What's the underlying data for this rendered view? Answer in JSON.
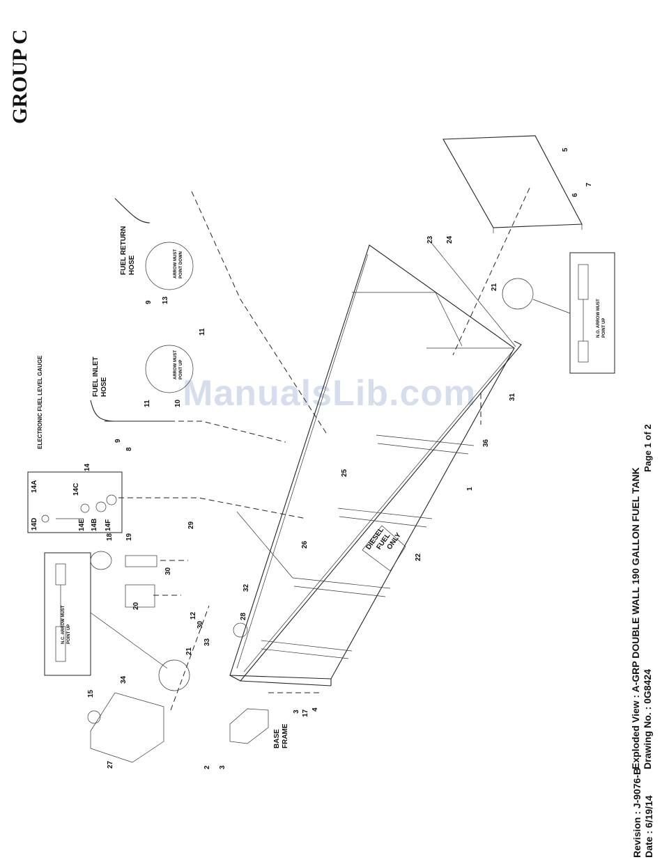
{
  "header": {
    "group": "GROUP C"
  },
  "title_block": {
    "line1": "Exploded View : A-GRP DOUBLE WALL 190 GALLON FUEL TANK",
    "line2": "Drawing No. : 0G8424"
  },
  "footer": {
    "page": "Page 1 of 2",
    "revision": "Revision : J-9076-B",
    "date": "Date : 6/19/14"
  },
  "watermark": "ManualsLib.com",
  "labels": {
    "fuel_return": "FUEL RETURN",
    "hose1": "HOSE",
    "fuel_inlet": "FUEL INLET",
    "hose2": "HOSE",
    "gauge": "ELECTRONIC FUEL LEVEL GAUGE",
    "base": "BASE",
    "frame": "FRAME",
    "diesel": "DIESEL",
    "fuel": "FUEL",
    "only": "ONLY",
    "arrow_down_1": "ARROW MUST",
    "arrow_down_2": "POINT DOWN",
    "arrow_up_1": "ARROW MUST",
    "arrow_up_2": "POINT UP",
    "no_1": "N.O. ARROW MUST",
    "no_2": "POINT UP",
    "nc_1": "N.C. ARROW MUST",
    "nc_2": "POINT UP"
  },
  "parts": {
    "p1": "1",
    "p2": "2",
    "p3a": "3",
    "p3b": "3",
    "p4": "4",
    "p5": "5",
    "p6": "6",
    "p7": "7",
    "p8": "8",
    "p9a": "9",
    "p9b": "9",
    "p10": "10",
    "p11a": "11",
    "p11b": "11",
    "p12": "12",
    "p13": "13",
    "p14": "14",
    "p14a": "14A",
    "p14b": "14B",
    "p14c": "14C",
    "p14d": "14D",
    "p14e": "14E",
    "p14f": "14F",
    "p15": "15",
    "p17": "17",
    "p18": "18",
    "p19": "19",
    "p20": "20",
    "p21a": "21",
    "p21b": "21",
    "p22": "22",
    "p23": "23",
    "p24": "24",
    "p25": "25",
    "p26": "26",
    "p27": "27",
    "p28": "28",
    "p29": "29",
    "p30a": "30",
    "p30b": "30",
    "p31": "31",
    "p32": "32",
    "p33": "33",
    "p34": "34",
    "p36": "36"
  }
}
